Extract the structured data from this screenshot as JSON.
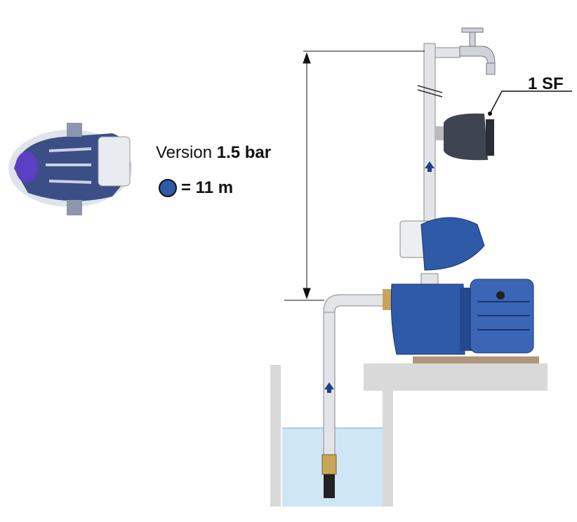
{
  "labels": {
    "version_prefix": "Version",
    "version_value": "1.5 bar",
    "legend_value": "= 11 m",
    "filter_label": "1 SF"
  },
  "colors": {
    "pump_blue": "#2e5aa8",
    "water": "#cfe6f5",
    "wall": "#d9d9d9"
  }
}
